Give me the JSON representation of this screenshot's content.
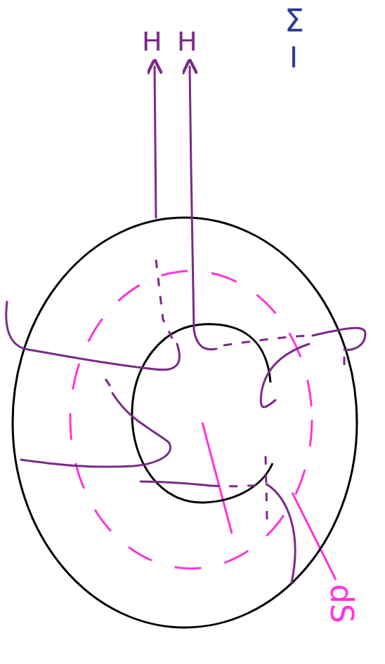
{
  "diagram": {
    "labels": [
      "Σ",
      "I",
      "H",
      "H",
      "dS"
    ]
  }
}
